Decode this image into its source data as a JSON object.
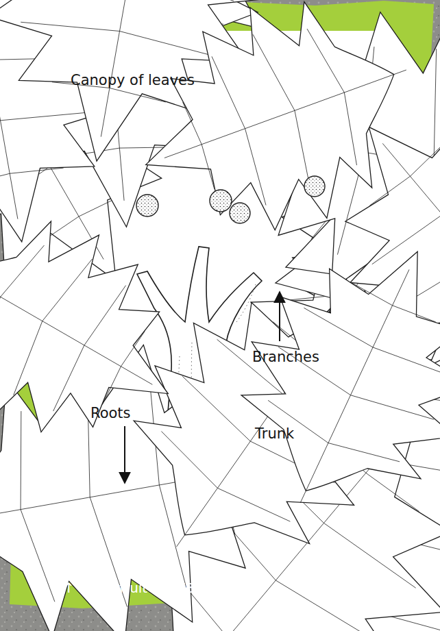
{
  "diagram": {
    "caption": "↑ Breadfruit Tree/Ban’bukeyo",
    "labels": [
      "Canopy of leaves",
      "Branches",
      "Roots",
      "Trunk"
    ]
  }
}
